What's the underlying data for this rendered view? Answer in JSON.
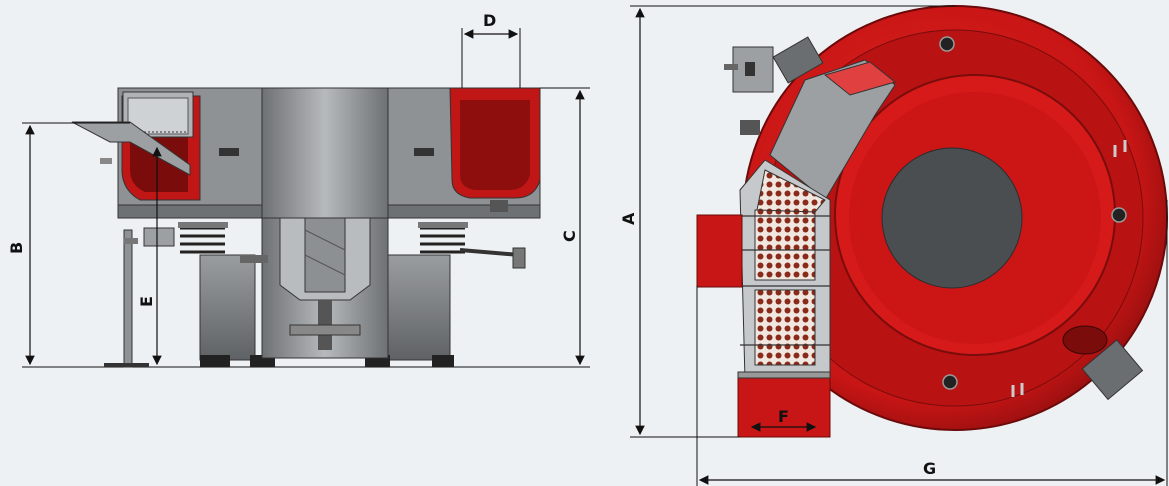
{
  "dimensions": {
    "A": "A",
    "B": "B",
    "C": "C",
    "D": "D",
    "E": "E",
    "F": "F",
    "G": "G"
  },
  "colors": {
    "background": "#eef1f3",
    "machine_red": "#d01818",
    "machine_dark_red": "#7a0c0c",
    "steel_gray": "#8a8d90",
    "dark_gray": "#4a4d50"
  }
}
